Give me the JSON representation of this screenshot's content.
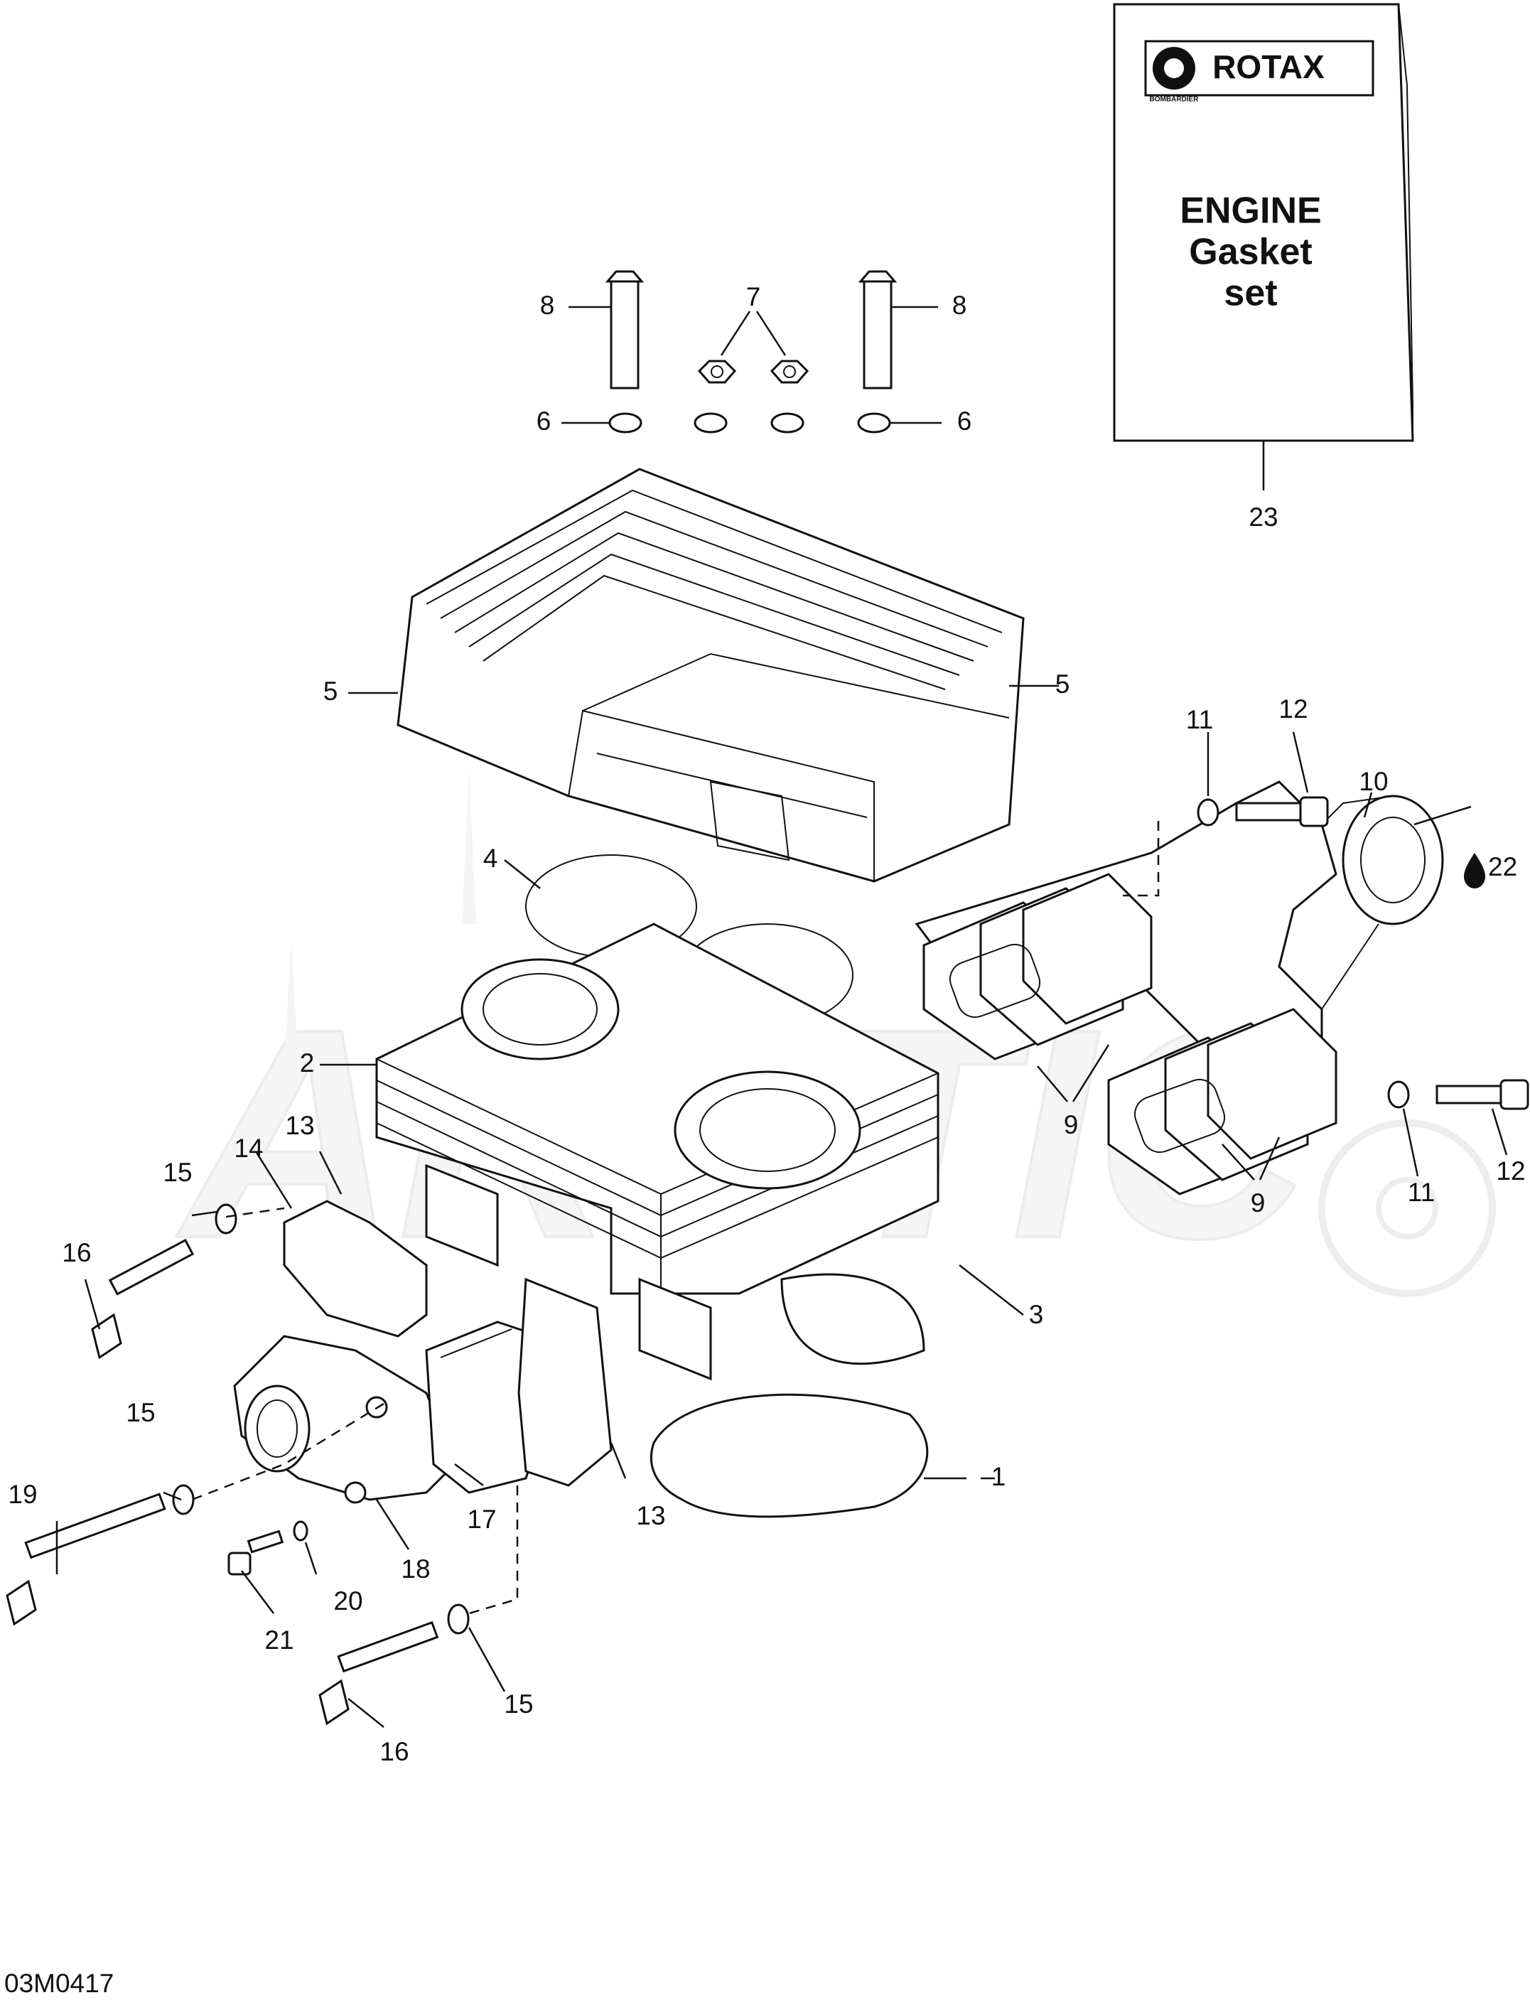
{
  "brand": {
    "logo_text": "ROTAX",
    "sub_logo": "BOMBARDIER"
  },
  "gasket_set": {
    "line1": "ENGINE",
    "line2": "Gasket",
    "line3": "set"
  },
  "watermark": "ARCTIC",
  "figure_code": "03M0417",
  "callouts": {
    "c1": "1",
    "c2": "2",
    "c3": "3",
    "c4": "4",
    "c5_left": "5",
    "c5_right": "5",
    "c6_left": "6",
    "c6_right": "6",
    "c7": "7",
    "c8_left": "8",
    "c8_right": "8",
    "c9_upper": "9",
    "c9_lower": "9",
    "c10": "10",
    "c11_upper": "11",
    "c11_lower": "11",
    "c12_upper": "12",
    "c12_lower": "12",
    "c13_upper": "13",
    "c13_lower": "13",
    "c14": "14",
    "c15_upper": "15",
    "c15_mid": "15",
    "c15_lower": "15",
    "c16_upper": "16",
    "c16_lower": "16",
    "c17": "17",
    "c18": "18",
    "c19": "19",
    "c20": "20",
    "c21": "21",
    "c22": "22",
    "c23": "23"
  },
  "icons": {
    "loctite": "oil-drop-icon",
    "logo_gear": "gear-icon"
  }
}
